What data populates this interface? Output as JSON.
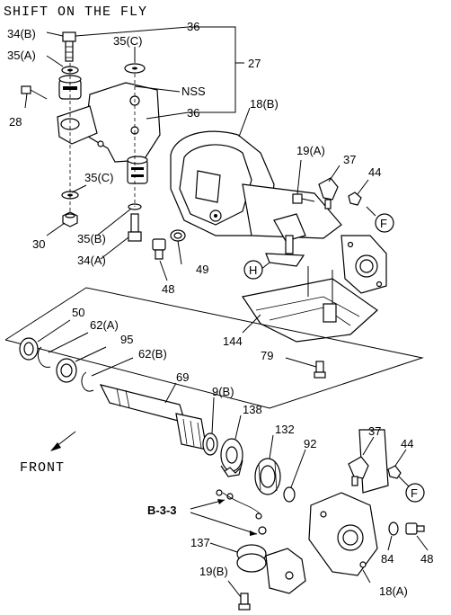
{
  "diagram": {
    "title": "SHIFT ON THE FLY",
    "front_label": "FRONT",
    "callouts": {
      "c34B": "34(B)",
      "c35A": "35(A)",
      "c36a": "36",
      "c36b": "36",
      "c35Ca": "35(C)",
      "c35Cb": "35(C)",
      "c27": "27",
      "cNSS": "NSS",
      "c28": "28",
      "c18B": "18(B)",
      "c19A": "19(A)",
      "c37a": "37",
      "c44a": "44",
      "c30": "30",
      "c35B": "35(B)",
      "c34A": "34(A)",
      "c49": "49",
      "c48a": "48",
      "c144": "144",
      "c50": "50",
      "c62A": "62(A)",
      "c95": "95",
      "c62B": "62(B)",
      "c79": "79",
      "c69": "69",
      "c9B": "9(B)",
      "c138": "138",
      "c132": "132",
      "c92": "92",
      "c37b": "37",
      "c44b": "44",
      "cB33": "B-3-3",
      "c137": "137",
      "c84": "84",
      "c48b": "48",
      "c19B": "19(B)",
      "c18A": "18(A)"
    },
    "circle_refs": {
      "F1": "F",
      "H1": "H",
      "F2": "F"
    }
  }
}
